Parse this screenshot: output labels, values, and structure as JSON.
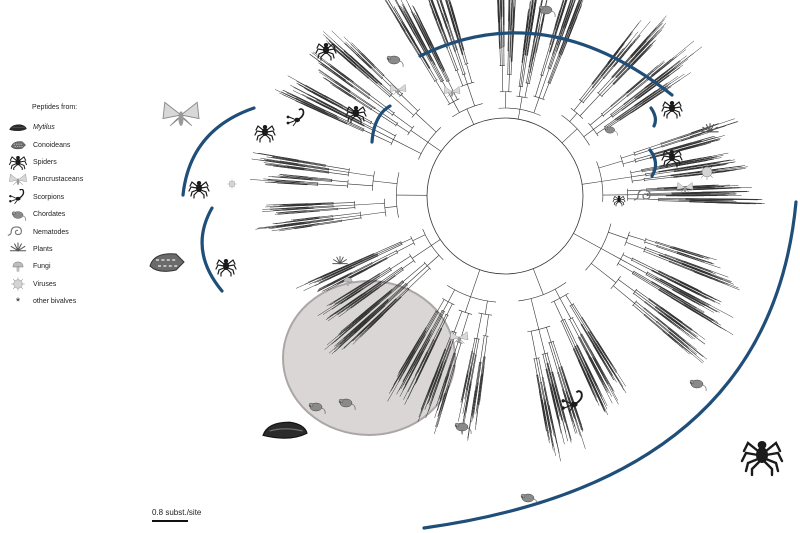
{
  "legend": {
    "title": "Peptides from:",
    "items": [
      {
        "label": "Mytilus",
        "icon": "mussel-icon",
        "italic": true
      },
      {
        "label": "Conoideans",
        "icon": "cone-snail-icon",
        "italic": false
      },
      {
        "label": "Spiders",
        "icon": "spider-icon",
        "italic": false
      },
      {
        "label": "Pancrustaceans",
        "icon": "moth-icon",
        "italic": false
      },
      {
        "label": "Scorpions",
        "icon": "scorpion-icon",
        "italic": false
      },
      {
        "label": "Chordates",
        "icon": "mouse-icon",
        "italic": false
      },
      {
        "label": "Nematodes",
        "icon": "nematode-icon",
        "italic": false
      },
      {
        "label": "Plants",
        "icon": "plant-icon",
        "italic": false
      },
      {
        "label": "Fungi",
        "icon": "fungi-icon",
        "italic": false
      },
      {
        "label": "Viruses",
        "icon": "virus-icon",
        "italic": false
      },
      {
        "label": "other bivalves",
        "icon": "asterisk-icon",
        "italic": false
      }
    ]
  },
  "scale_bar": {
    "label": "0.8 subst./site"
  },
  "colors": {
    "arc": "#1f4e79",
    "highlight_fill": "#d9d4d4",
    "highlight_stroke": "#a8a2a2",
    "branch": "#333333"
  }
}
